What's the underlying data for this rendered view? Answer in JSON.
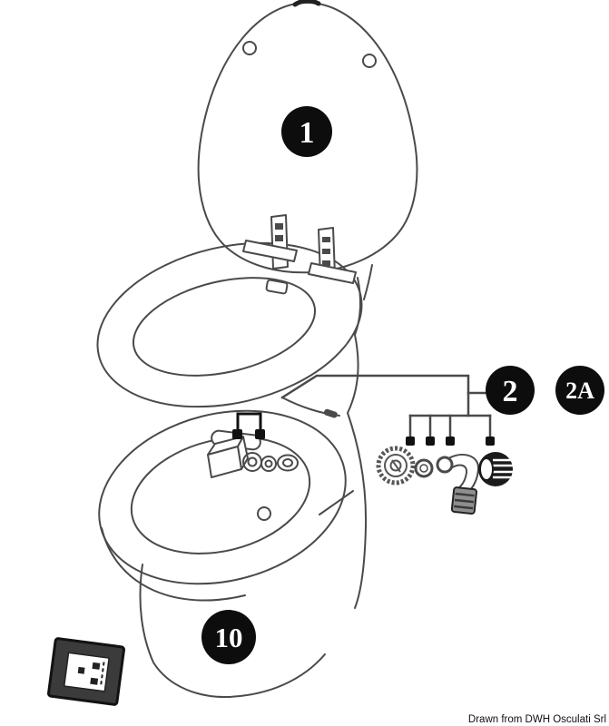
{
  "diagram": {
    "type": "exploded-parts-diagram",
    "subject": "marine electric toilet",
    "callouts": {
      "c1": {
        "label": "1"
      },
      "c2": {
        "label": "2"
      },
      "c2a": {
        "label": "2A"
      },
      "c10": {
        "label": "10"
      }
    },
    "footer": {
      "credit": "Drawn from DWH Osculati Srl"
    },
    "colors": {
      "background": "#ffffff",
      "line": "#4a4a4a",
      "callout_bg": "#0d0d0d",
      "callout_text": "#ffffff",
      "panel": "#3b3b3b",
      "connector_gray": "#8f8f8f",
      "cap_dark": "#1b1b1b"
    }
  }
}
